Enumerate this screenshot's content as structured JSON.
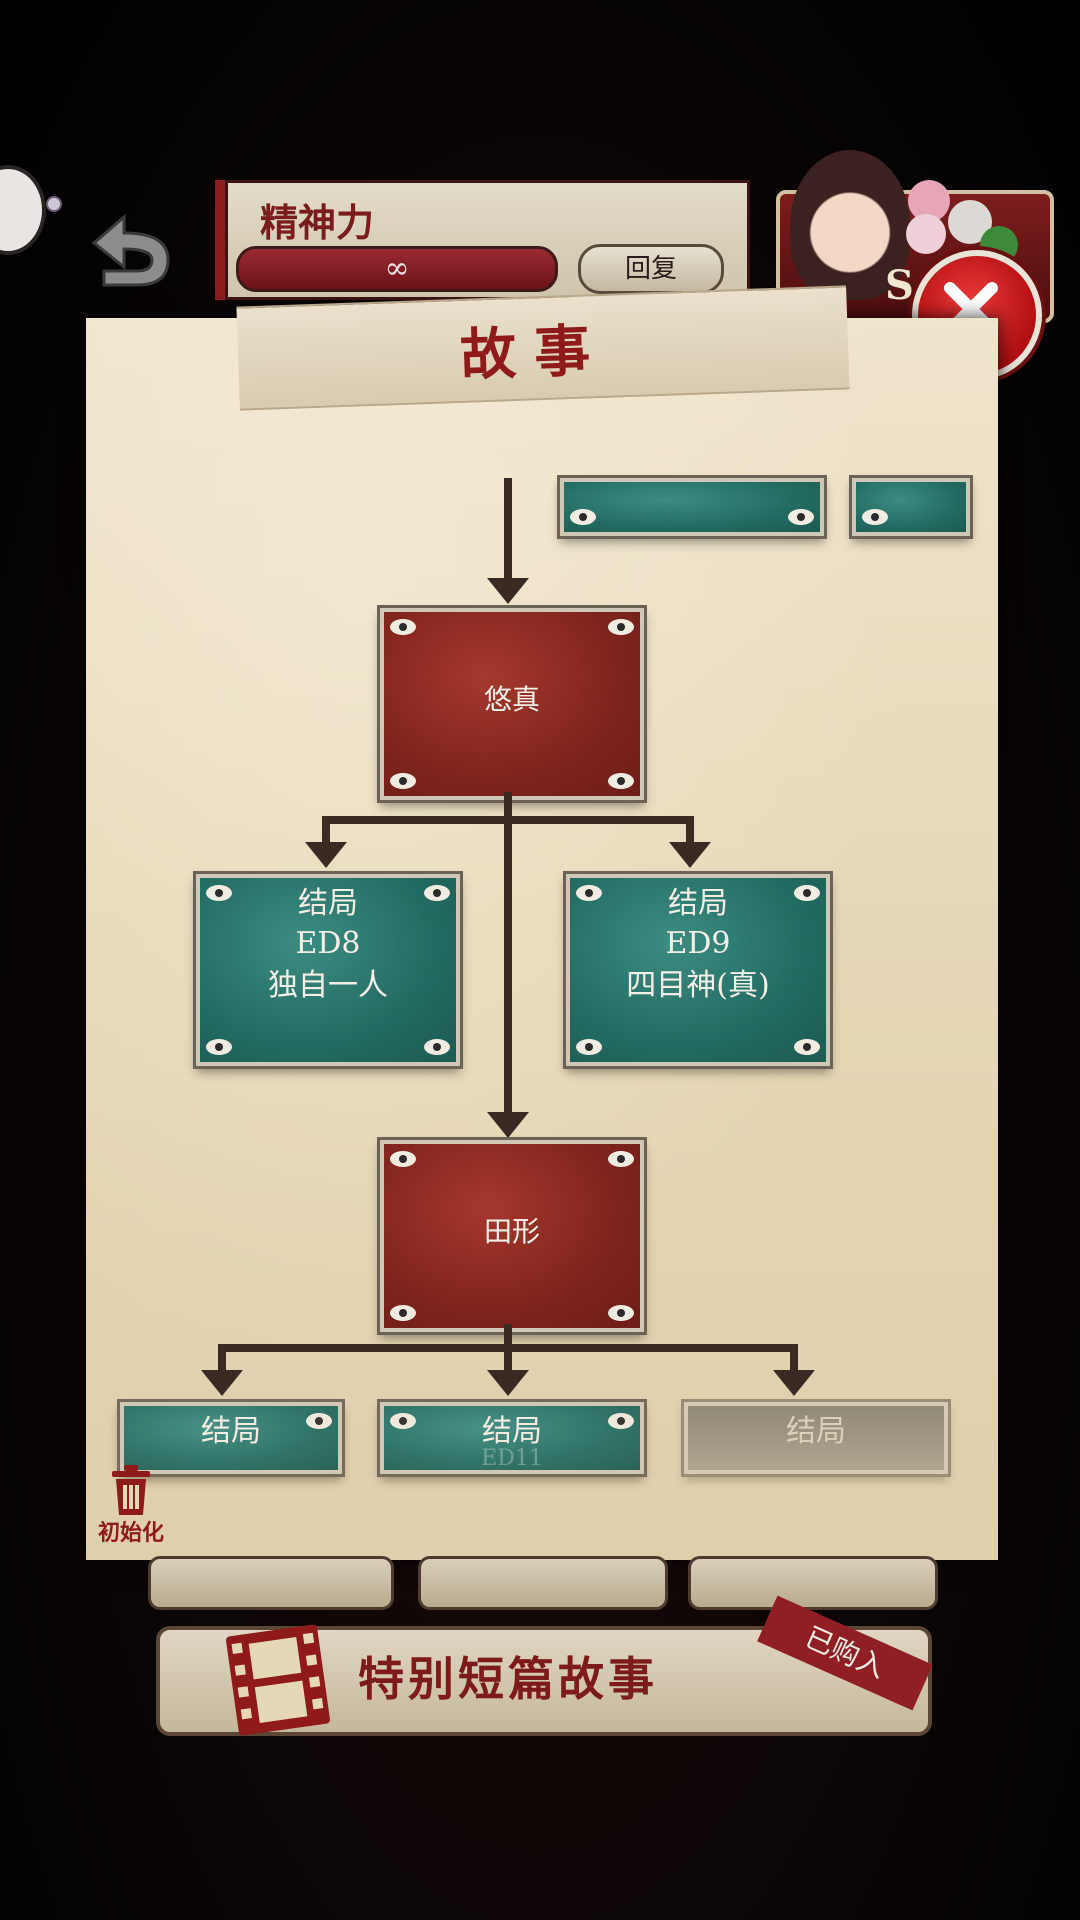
{
  "header": {
    "energy_label": "精神力",
    "energy_value": "∞",
    "recover_label": "回复",
    "avatar_badge": "S"
  },
  "panel": {
    "title": "故事"
  },
  "story": {
    "node_yuzhen": "悠真",
    "node_tianxing": "田形",
    "ending_label": "结局",
    "ed8_code": "ED8",
    "ed8_name": "独自一人",
    "ed9_code": "ED9",
    "ed9_name": "四目神(真)",
    "bottom_left_ending_label": "结局",
    "bottom_mid_ending_label": "结局",
    "bottom_mid_code_partial": "ED11",
    "bottom_right_ending_label": "结局"
  },
  "bottom": {
    "reset_label": "初始化",
    "special_label": "特别短篇故事",
    "purchased_label": "已购入"
  },
  "colors": {
    "red_node": "#7f241d",
    "teal_node": "#226b62",
    "parchment": "#e6d7b6",
    "accent_red": "#8e1a1a"
  }
}
